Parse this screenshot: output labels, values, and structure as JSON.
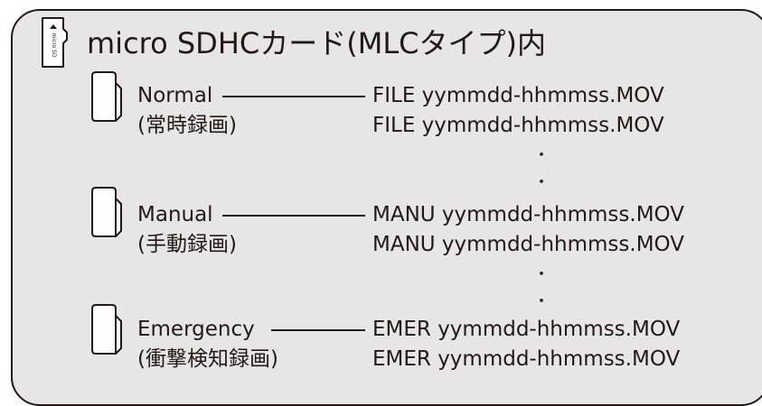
{
  "header": {
    "title": "micro SDHCカード(MLCタイプ)内",
    "card_icon_label": "micro SD"
  },
  "folders": [
    {
      "name": "Normal",
      "subtitle": "(常時録画)",
      "files": [
        "FILE  yymmdd-hhmmss.MOV",
        "FILE  yymmdd-hhmmss.MOV"
      ],
      "ellipsis": [
        "・",
        "・"
      ]
    },
    {
      "name": "Manual",
      "subtitle": "(手動録画)",
      "files": [
        "MANU yymmdd-hhmmss.MOV",
        "MANU yymmdd-hhmmss.MOV"
      ],
      "ellipsis": [
        "・",
        "・"
      ]
    },
    {
      "name": "Emergency",
      "subtitle": "(衝撃検知録画)",
      "files": [
        "EMER  yymmdd-hhmmss.MOV",
        "EMER  yymmdd-hhmmss.MOV"
      ]
    }
  ],
  "colors": {
    "panel": "#e6e6e6",
    "ink": "#231815"
  }
}
